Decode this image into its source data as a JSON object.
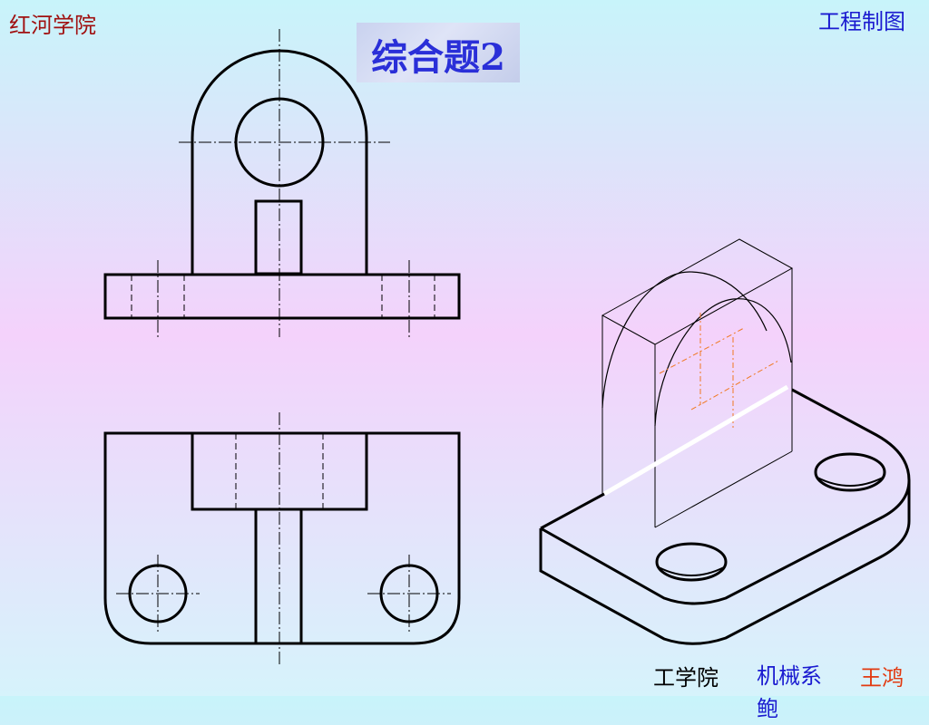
{
  "header": {
    "school": "红河学院",
    "course": "工程制图",
    "title": "综合题2"
  },
  "footer": {
    "dept_1": "工学院",
    "dept_2": "机械系 鲍",
    "author": "王鸿"
  },
  "colors": {
    "line": "#000000",
    "hidden_orange": "#f07820",
    "highlight": "#ffffff",
    "school_text": "#a01010",
    "blue_text": "#1a1ad0",
    "author_text": "#e23a10"
  }
}
